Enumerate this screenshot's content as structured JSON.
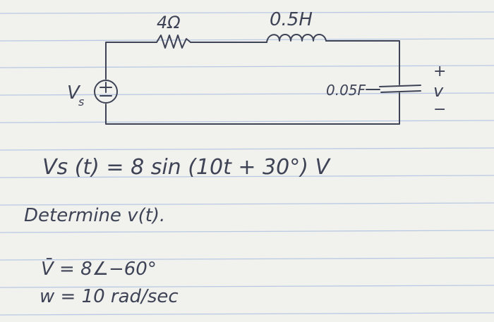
{
  "circuit": {
    "resistor_label": "4Ω",
    "inductor_label": "0.5H",
    "capacitor_label": "0.05F",
    "source_label": "V",
    "source_subscript": "s",
    "source_symbol": "±",
    "output_plus": "+",
    "output_var": "v",
    "output_minus": "−"
  },
  "problem": {
    "equation": "Vs (t) = 8 sin (10t + 30°) V",
    "instruction": "Determine v(t).",
    "phasor": "V̄ = 8∠−60°",
    "omega": "w = 10 rad/sec"
  },
  "style": {
    "ink": "#3e4356",
    "paper": "#f1f1ed",
    "rule_line": "#b9c9e3",
    "margin_line": "#e7b3b8"
  }
}
